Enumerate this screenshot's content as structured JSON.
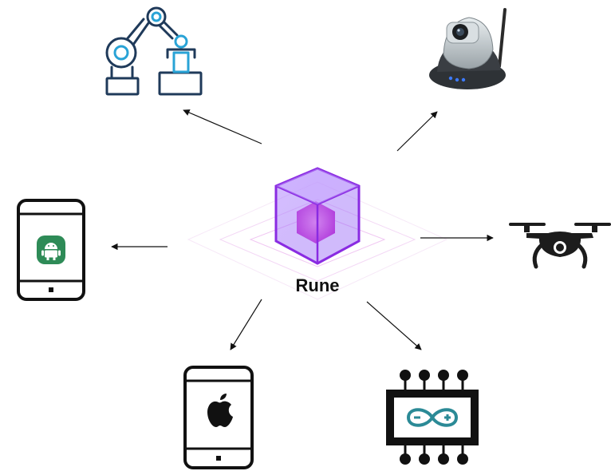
{
  "diagram": {
    "center": {
      "label": "Rune",
      "icon": "cube-icon"
    },
    "targets": [
      {
        "id": "robot-arm",
        "icon": "robot-arm-icon"
      },
      {
        "id": "ip-camera",
        "icon": "camera-icon"
      },
      {
        "id": "android-phone",
        "icon": "android-icon"
      },
      {
        "id": "drone",
        "icon": "drone-icon"
      },
      {
        "id": "ios-phone",
        "icon": "apple-icon"
      },
      {
        "id": "arduino-board",
        "icon": "arduino-icon"
      }
    ],
    "colors": {
      "cube": "#8a2be2",
      "cube_core": "#e04bd8",
      "robot": "#1f3a5a",
      "robot_accent": "#29a3d6",
      "android": "#2e8b57",
      "arduino": "#2b8a96",
      "line": "#111111"
    }
  }
}
